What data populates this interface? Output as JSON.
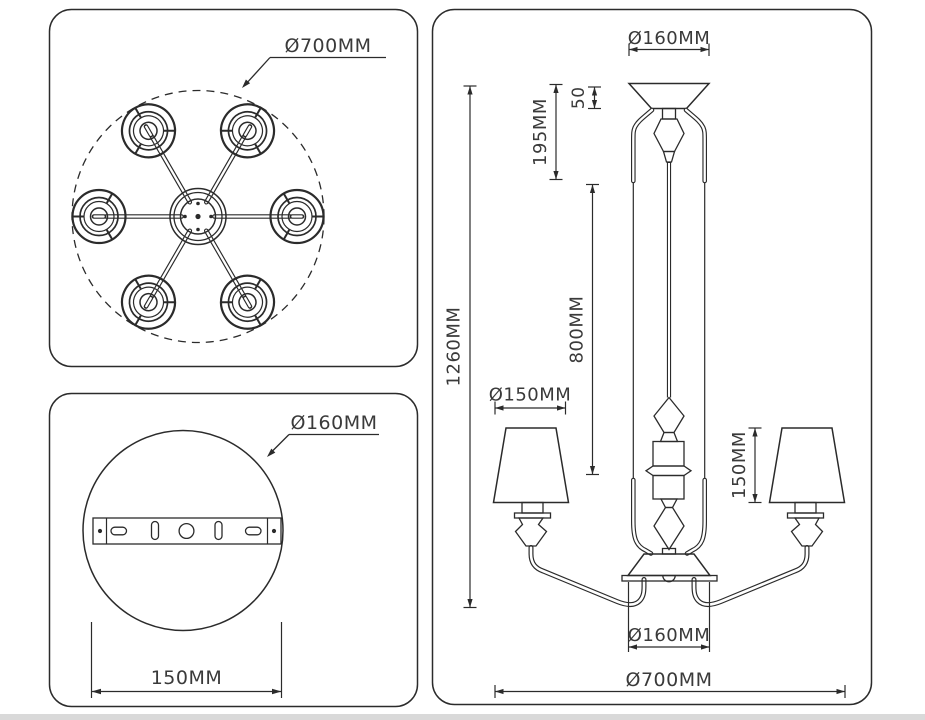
{
  "document": {
    "type": "chandelier-technical-drawing",
    "colors": {
      "line": "#2b2b2b",
      "text": "#3a3a3a",
      "background": "#ffffff"
    }
  },
  "top_view": {
    "overall_diameter": "Ø700MM"
  },
  "mounting_view": {
    "plate_diameter": "Ø160MM",
    "mount_spacing": "150MM"
  },
  "side_view": {
    "canopy_diameter": "Ø160MM",
    "canopy_height": "50",
    "upper_section_height": "195MM",
    "rod_section_height": "800MM",
    "total_height": "1260MM",
    "shade_diameter": "Ø150MM",
    "shade_height": "150MM",
    "body_diameter": "Ø160MM",
    "total_width": "Ø700MM"
  }
}
